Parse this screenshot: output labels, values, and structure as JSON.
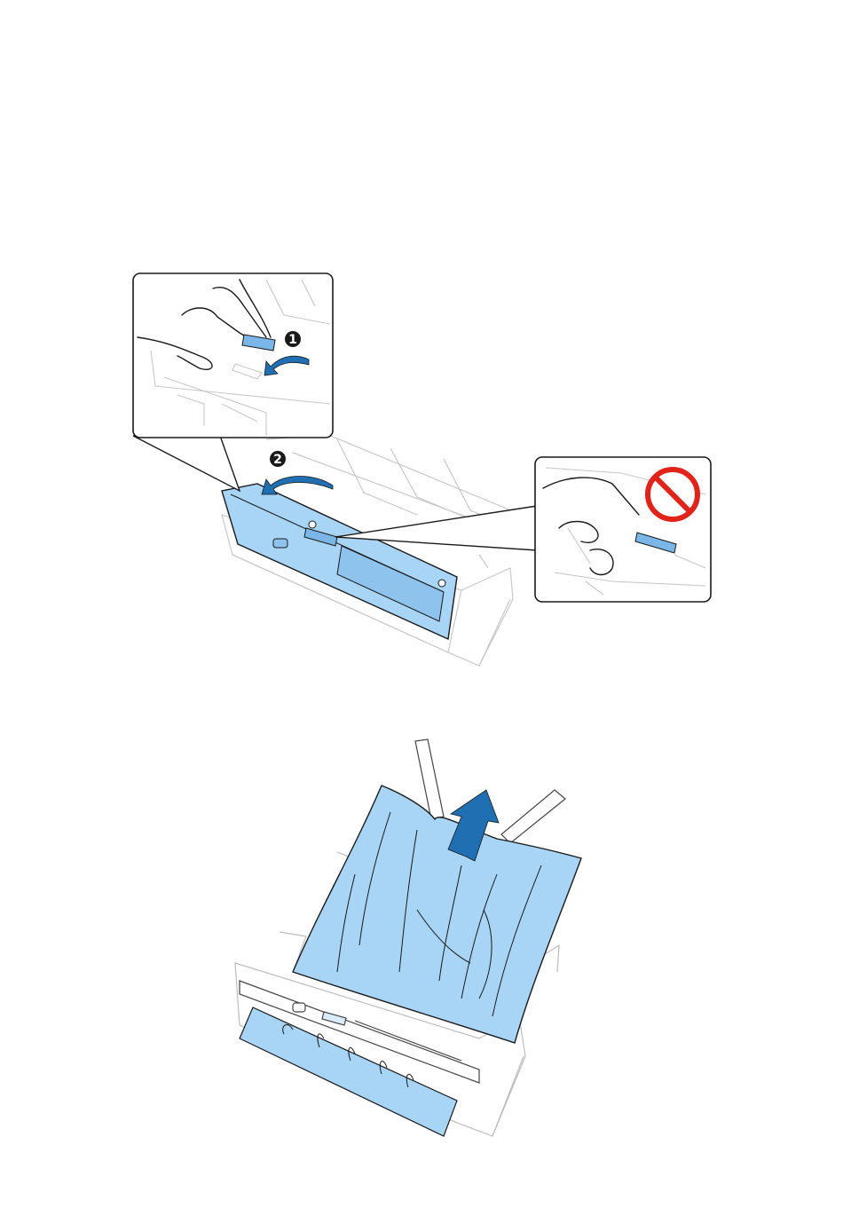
{
  "page": {
    "background": "#ffffff"
  },
  "figure1": {
    "step_one_marker": "1",
    "step_two_marker": "2",
    "icons": [
      "open-cover-lever-callout",
      "prohibited-action-callout",
      "curved-arrow-icon",
      "prohibited-icon"
    ]
  },
  "figure2": {
    "icons": [
      "jammed-paper",
      "pull-up-arrow-icon"
    ]
  },
  "colors": {
    "cover_blue": "#a8d4f5",
    "arrow_blue": "#1f6fb2",
    "prohibit_red": "#e2231a",
    "line": "#1a1a1a"
  }
}
